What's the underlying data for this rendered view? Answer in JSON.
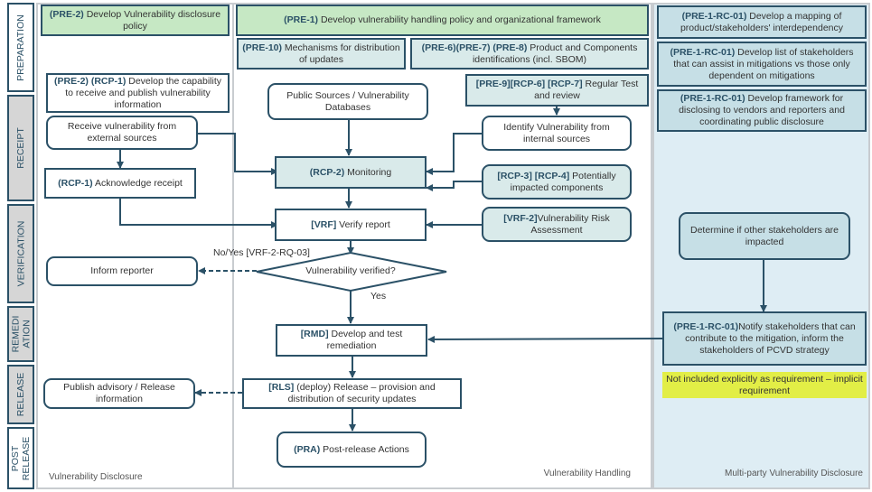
{
  "phases": [
    {
      "label": "PREPARATION",
      "style": "white"
    },
    {
      "label": "RECEIPT",
      "style": "grey"
    },
    {
      "label": "VERIFICATION",
      "style": "grey"
    },
    {
      "label": "REMEDI\nATION",
      "style": "grey"
    },
    {
      "label": "RELEASE",
      "style": "grey"
    },
    {
      "label": "POST\nRELEASE",
      "style": "white"
    }
  ],
  "lanes": {
    "disclosure": "Vulnerability Disclosure",
    "handling": "Vulnerability Handling",
    "multiparty": "Multi-party Vulnerability Disclosure"
  },
  "colors": {
    "stroke": "#2b5167",
    "green": "#c6e8c4",
    "teal": "#d9eaea",
    "blue": "#c6dfe6",
    "multiparty_bg": "#deedf4",
    "highlight": "#e2ee46"
  },
  "nodes": {
    "pre2_policy": {
      "code": "(PRE-2)",
      "text": " Develop Vulnerability disclosure policy"
    },
    "pre2_rcp1": {
      "code": "(PRE-2) (RCP-1)",
      "text": " Develop the capability to receive and publish vulnerability information"
    },
    "receive_external": {
      "text": "Receive vulnerability from external sources"
    },
    "rcp1_ack": {
      "code": "(RCP-1)",
      "text": " Acknowledge receipt"
    },
    "inform_reporter": {
      "text": "Inform reporter"
    },
    "publish_advisory": {
      "text": "Publish advisory / Release information"
    },
    "pre1": {
      "code": "(PRE-1)",
      "text": " Develop vulnerability handling policy and organizational framework"
    },
    "pre10": {
      "code": "(PRE-10)",
      "text": " Mechanisms for distribution of updates"
    },
    "pre6_7_8": {
      "code": "(PRE-6)(PRE-7) (PRE-8)",
      "text": " Product and Components identifications (incl. SBOM)"
    },
    "public_sources": {
      "text": "Public Sources / Vulnerability Databases"
    },
    "pre9_rcp6_7": {
      "code": "[PRE-9][RCP-6] [RCP-7]",
      "text": " Regular Test and review"
    },
    "identify_internal": {
      "text": "Identify Vulnerability from internal sources"
    },
    "rcp2": {
      "code": "(RCP-2)",
      "text": " Monitoring"
    },
    "rcp3_4": {
      "code": "[RCP-3] [RCP-4]",
      "text": " Potentially impacted components"
    },
    "vrf": {
      "code": "[VRF]",
      "text": " Verify report"
    },
    "vrf2": {
      "code": "[VRF-2]",
      "text": "Vulnerability Risk Assessment"
    },
    "decision": {
      "text": "Vulnerability verified?"
    },
    "rmd": {
      "code": "[RMD]",
      "text": " Develop and test remediation"
    },
    "rls": {
      "code": "[RLS]",
      "text": " (deploy) Release – provision and distribution of security updates"
    },
    "pra": {
      "code": "(PRA)",
      "text": " Post-release Actions"
    },
    "mp_mapping": {
      "code": "(PRE-1-RC-01)",
      "text": " Develop a mapping of product/stakeholders' interdependency"
    },
    "mp_list": {
      "code": "(PRE-1-RC-01)",
      "text": " Develop list of stakeholders that can assist in mitigations vs those only dependent on mitigations"
    },
    "mp_framework": {
      "code": "(PRE-1-RC-01)",
      "text": " Develop framework for disclosing to vendors and reporters and coordinating public disclosure"
    },
    "mp_determine": {
      "text": "Determine if other stakeholders are impacted"
    },
    "mp_notify": {
      "code": "(PRE-1-RC-01)",
      "text": "Notify stakeholders that can contribute to the mitigation, inform the stakeholders of PCVD strategy"
    },
    "note": {
      "text": "Not included explicitly as requirement – implicit requirement"
    }
  },
  "edge_labels": {
    "no_yes": "No/Yes [VRF-2-RQ-03]",
    "yes": "Yes"
  }
}
